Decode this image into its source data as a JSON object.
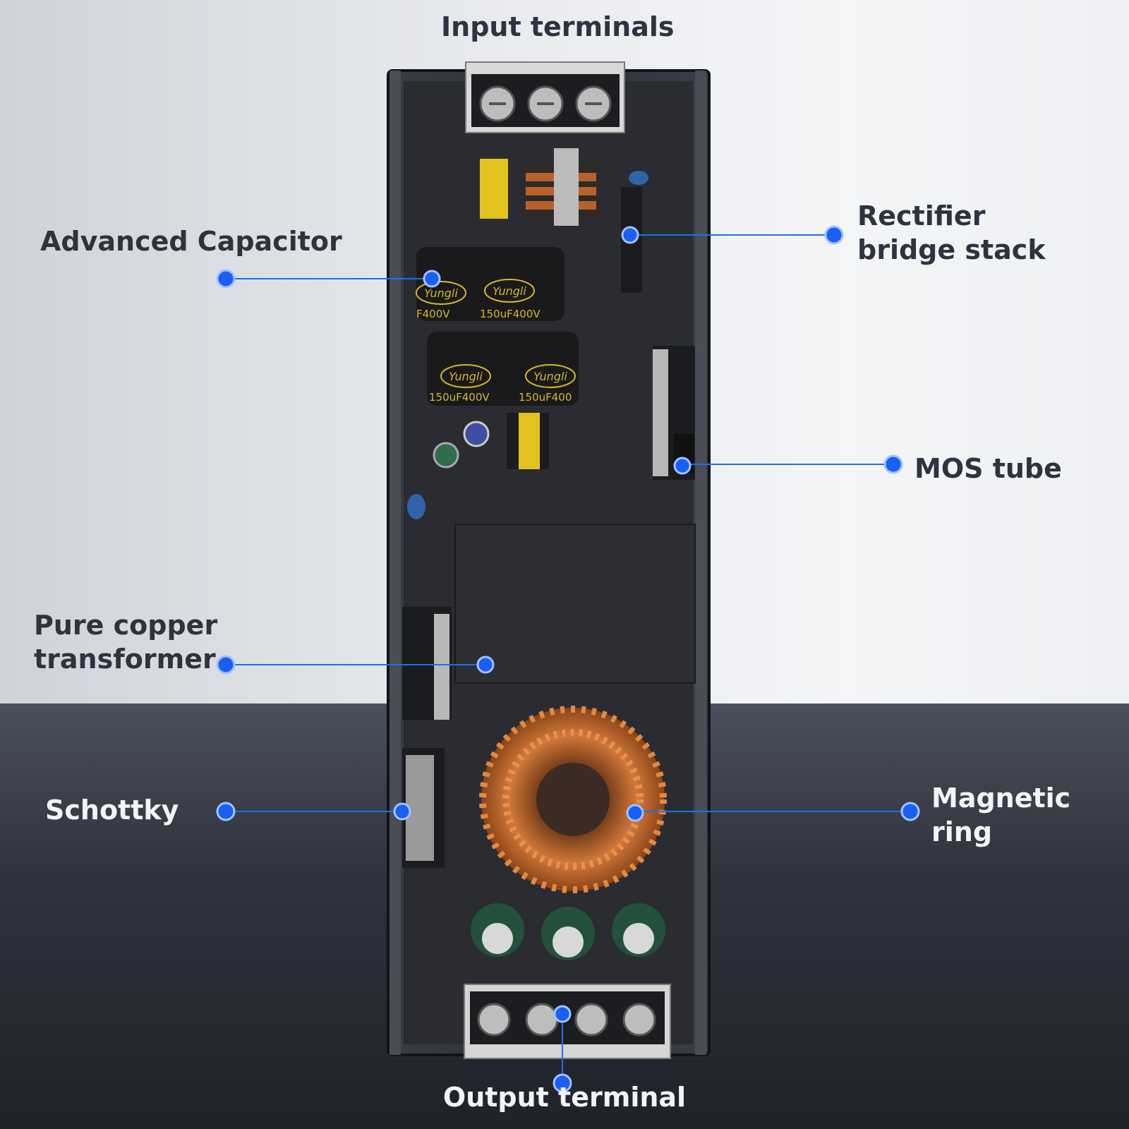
{
  "labels": {
    "input_terminals": "Input terminals",
    "advanced_capacitor": "Advanced Capacitor",
    "rectifier_line1": "Rectifier",
    "rectifier_line2": "bridge stack",
    "mos_tube": "MOS tube",
    "pure_copper_line1": "Pure copper",
    "pure_copper_line2": "transformer",
    "schottky": "Schottky",
    "magnetic_line1": "Magnetic",
    "magnetic_line2": "ring",
    "output_terminal": "Output terminal"
  },
  "capacitor_markings": {
    "brand": "Yungli",
    "big_cap_1": "150uF400V",
    "big_cap_2": "150uF400V",
    "big_cap_3": "F400V",
    "big_cap_4": "150uF400"
  },
  "colors": {
    "callout": "#1f6fe8",
    "dot": "#1a5ff2",
    "text_dark": "#2e3340",
    "text_light": "#f3f4f7",
    "pcb": "#2b2d33",
    "copper": "#c56a2e"
  }
}
